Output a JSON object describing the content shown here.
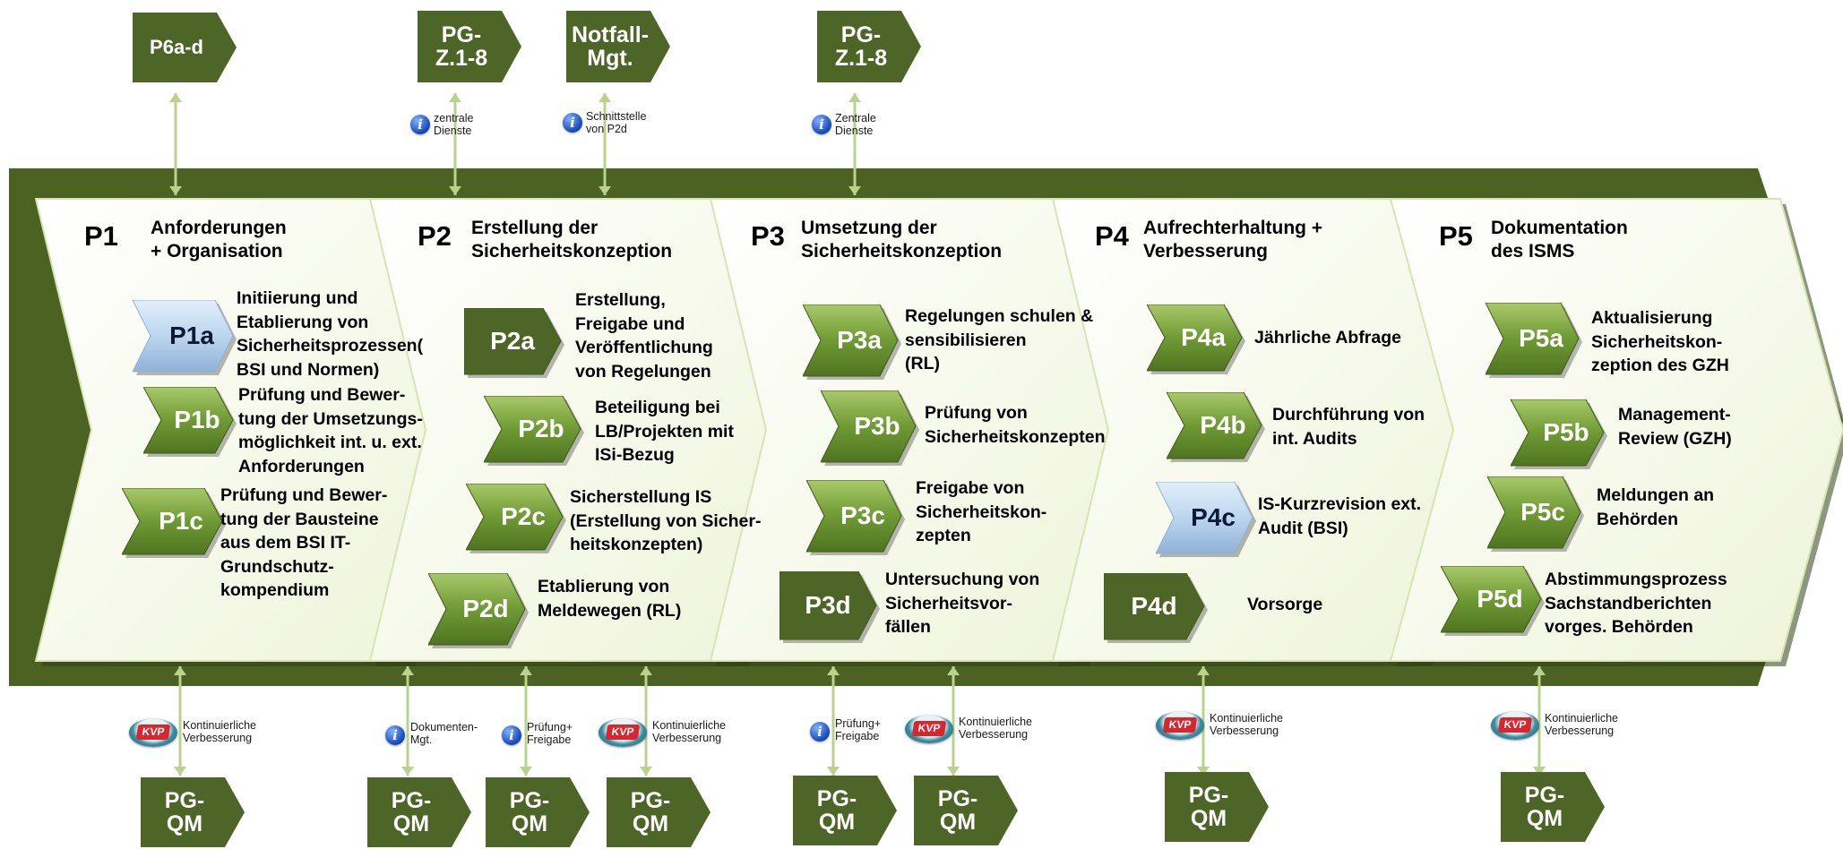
{
  "phases": [
    {
      "id": "P1",
      "title": [
        "Anforderungen",
        "+ Organisation"
      ],
      "items": [
        {
          "label": "P1a",
          "style": "blue",
          "desc": [
            "Initiierung und",
            "Etablierung von",
            "Sicherheitsprozessen(",
            "BSI und Normen)"
          ]
        },
        {
          "label": "P1b",
          "style": "green",
          "desc": [
            "Prüfung und  Bewer-",
            "tung der Umsetzungs-",
            "möglichkeit int. u. ext.",
            "Anforderungen"
          ]
        },
        {
          "label": "P1c",
          "style": "green",
          "desc": [
            "Prüfung und  Bewer-",
            "tung der Bausteine",
            "aus dem BSI IT-",
            "Grundschutz-",
            "kompendium"
          ]
        }
      ]
    },
    {
      "id": "P2",
      "title": [
        "Erstellung der",
        "Sicherheitskonzeption"
      ],
      "items": [
        {
          "label": "P2a",
          "style": "dark",
          "desc": [
            "Erstellung,",
            "Freigabe und",
            "Veröffentlichung",
            "von Regelungen"
          ]
        },
        {
          "label": "P2b",
          "style": "green",
          "desc": [
            "Beteiligung bei",
            "LB/Projekten mit",
            "ISi-Bezug"
          ]
        },
        {
          "label": "P2c",
          "style": "green",
          "desc": [
            "Sicherstellung IS",
            "(Erstellung von Sicher-",
            "heitskonzepten)"
          ]
        },
        {
          "label": "P2d",
          "style": "green",
          "desc": [
            "Etablierung von",
            "Meldewegen (RL)"
          ]
        }
      ]
    },
    {
      "id": "P3",
      "title": [
        "Umsetzung der",
        "Sicherheitskonzeption"
      ],
      "items": [
        {
          "label": "P3a",
          "style": "green",
          "desc": [
            "Regelungen schulen &",
            "sensibilisieren",
            "(RL)"
          ]
        },
        {
          "label": "P3b",
          "style": "green",
          "desc": [
            "Prüfung von",
            "Sicherheitskonzepten"
          ]
        },
        {
          "label": "P3c",
          "style": "green",
          "desc": [
            "Freigabe von",
            "Sicherheitskon-",
            "zepten"
          ]
        },
        {
          "label": "P3d",
          "style": "dark",
          "desc": [
            "Untersuchung von",
            "Sicherheitsvor-",
            "fällen"
          ]
        }
      ]
    },
    {
      "id": "P4",
      "title": [
        "Aufrechterhaltung +",
        "Verbesserung"
      ],
      "items": [
        {
          "label": "P4a",
          "style": "green",
          "desc": [
            "Jährliche Abfrage"
          ]
        },
        {
          "label": "P4b",
          "style": "green",
          "desc": [
            "Durchführung von",
            "int. Audits"
          ]
        },
        {
          "label": "P4c",
          "style": "blue",
          "desc": [
            "IS-Kurzrevision ext.",
            "Audit (BSI)"
          ]
        },
        {
          "label": "P4d",
          "style": "dark",
          "desc": [
            "Vorsorge"
          ]
        }
      ]
    },
    {
      "id": "P5",
      "title": [
        "Dokumentation",
        "des  ISMS"
      ],
      "items": [
        {
          "label": "P5a",
          "style": "green",
          "desc": [
            "Aktualisierung",
            "Sicherheitskon-",
            "zeption des GZH"
          ]
        },
        {
          "label": "P5b",
          "style": "green",
          "desc": [
            "Management-",
            "Review (GZH)"
          ]
        },
        {
          "label": "P5c",
          "style": "green",
          "desc": [
            "Meldungen an",
            "Behörden"
          ]
        },
        {
          "label": "P5d",
          "style": "green",
          "desc": [
            "Abstimmungsprozess",
            "Sachstandberichten",
            "vorges. Behörden"
          ]
        }
      ]
    }
  ],
  "top_tags": [
    {
      "text": [
        "P6a-d"
      ]
    },
    {
      "text": [
        "PG-",
        "Z.1-8"
      ]
    },
    {
      "text": [
        "Notfall-",
        "Mgt."
      ]
    },
    {
      "text": [
        "PG-",
        "Z.1-8"
      ]
    }
  ],
  "top_notes": [
    {
      "icon": "info-icon",
      "text": [
        "zentrale",
        "Dienste"
      ]
    },
    {
      "icon": "info-icon",
      "text": [
        "Schnittstelle",
        "von P2d"
      ]
    },
    {
      "icon": "info-icon",
      "text": [
        "Zentrale",
        "Dienste"
      ]
    }
  ],
  "bottom_tags": [
    {
      "text": [
        "PG-",
        "QM"
      ]
    },
    {
      "text": [
        "PG-",
        "QM"
      ]
    },
    {
      "text": [
        "PG-",
        "QM"
      ]
    },
    {
      "text": [
        "PG-",
        "QM"
      ]
    },
    {
      "text": [
        "PG-",
        "QM"
      ]
    },
    {
      "text": [
        "PG-",
        "QM"
      ]
    },
    {
      "text": [
        "PG-",
        "QM"
      ]
    },
    {
      "text": [
        "PG-",
        "QM"
      ]
    }
  ],
  "bottom_notes": [
    {
      "icon": "kvp-icon",
      "text": [
        "Kontinuierliche",
        "Verbesserung"
      ]
    },
    {
      "icon": "info-icon",
      "text": [
        "Dokumenten-",
        "Mgt."
      ]
    },
    {
      "icon": "info-icon",
      "text": [
        "Prüfung+",
        "Freigabe"
      ]
    },
    {
      "icon": "kvp-icon",
      "text": [
        "Kontinuierliche",
        "Verbesserung"
      ]
    },
    {
      "icon": "info-icon",
      "text": [
        "Prüfung+",
        "Freigabe"
      ]
    },
    {
      "icon": "kvp-icon",
      "text": [
        "Kontinuierliche",
        "Verbesserung"
      ]
    },
    {
      "icon": "kvp-icon",
      "text": [
        "Kontinuierliche",
        "Verbesserung"
      ]
    },
    {
      "icon": "kvp-icon",
      "text": [
        "Kontinuierliche",
        "Verbesserung"
      ]
    }
  ],
  "kvp_badge": "KVP",
  "info_glyph": "i",
  "colors": {
    "band": "#4b6222",
    "phase_fill": "#fbfdf0",
    "tag_dark": "#4d6526",
    "chevron_green": "#6f9a34",
    "chevron_blue": "#bcd6ef",
    "connector": "#b9d28d"
  }
}
